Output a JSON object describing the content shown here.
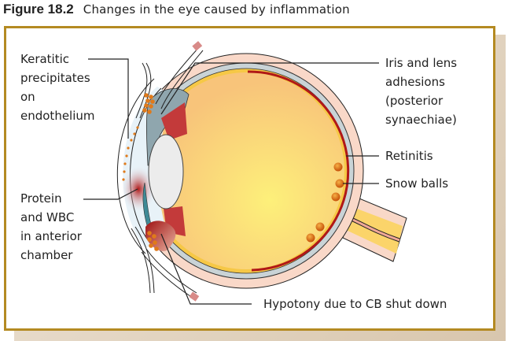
{
  "figure": {
    "number": "Figure 18.2",
    "caption": "Changes in the eye caused by inflammation"
  },
  "labels": {
    "keratitic": [
      "Keratitic",
      "precipitates",
      "on",
      "endothelium"
    ],
    "protein": [
      "Protein",
      "and WBC",
      "in anterior",
      "chamber"
    ],
    "iris": [
      "Iris and lens",
      "adhesions",
      "(posterior",
      "synaechiae)"
    ],
    "retinitis": "Retinitis",
    "snowballs": "Snow balls",
    "hypotony": "Hypotony due to CB shut down"
  },
  "colors": {
    "frame_border": "#b48a22",
    "sclera": "#f9d8c8",
    "choroid": "#c9d3d6",
    "retina_red": "#b01818",
    "vitreous_center": "#fdf07a",
    "vitreous_edge": "#f8c47a",
    "snowball": "#e07a1a"
  }
}
